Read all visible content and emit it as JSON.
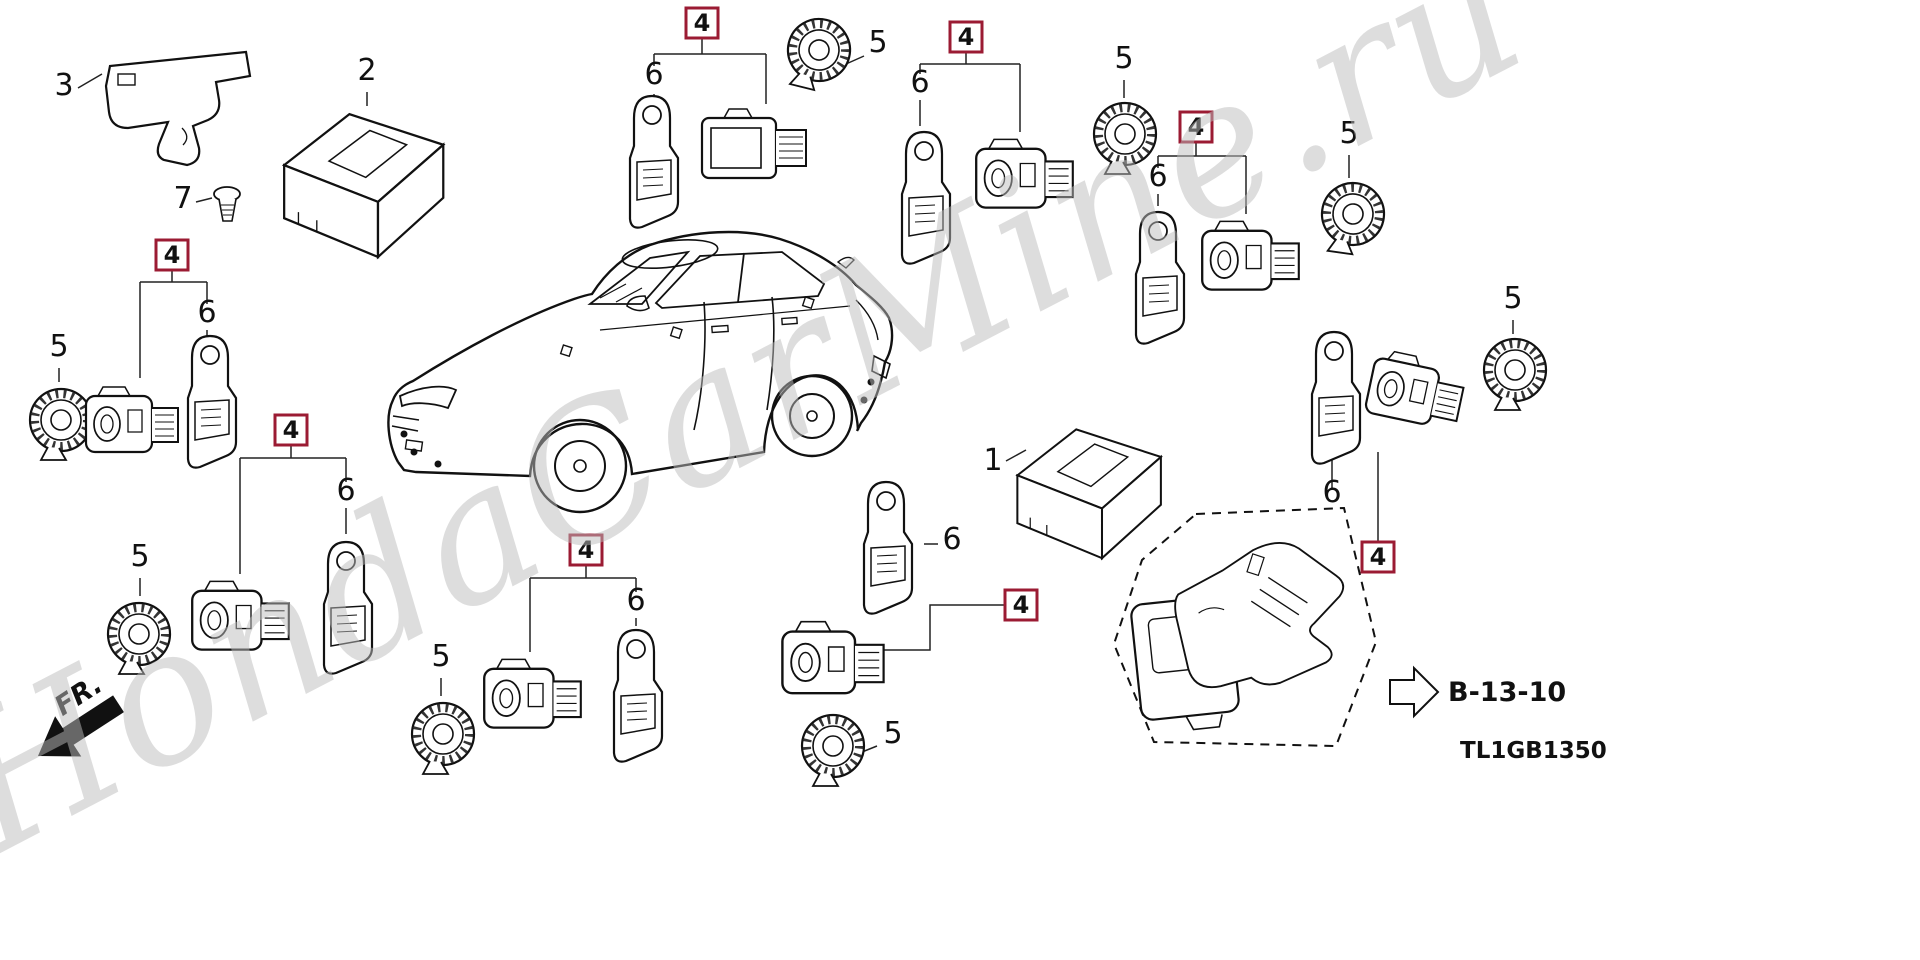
{
  "watermark": "HondaCarMine.ru",
  "diagram_code": "TL1GB1350",
  "cross_reference": "B-13-10",
  "front_indicator": "FR.",
  "callout_numbers": {
    "part1": "1",
    "part2": "2",
    "part3": "3",
    "part4": "4",
    "part5": "5",
    "part6": "6",
    "part7": "7"
  }
}
